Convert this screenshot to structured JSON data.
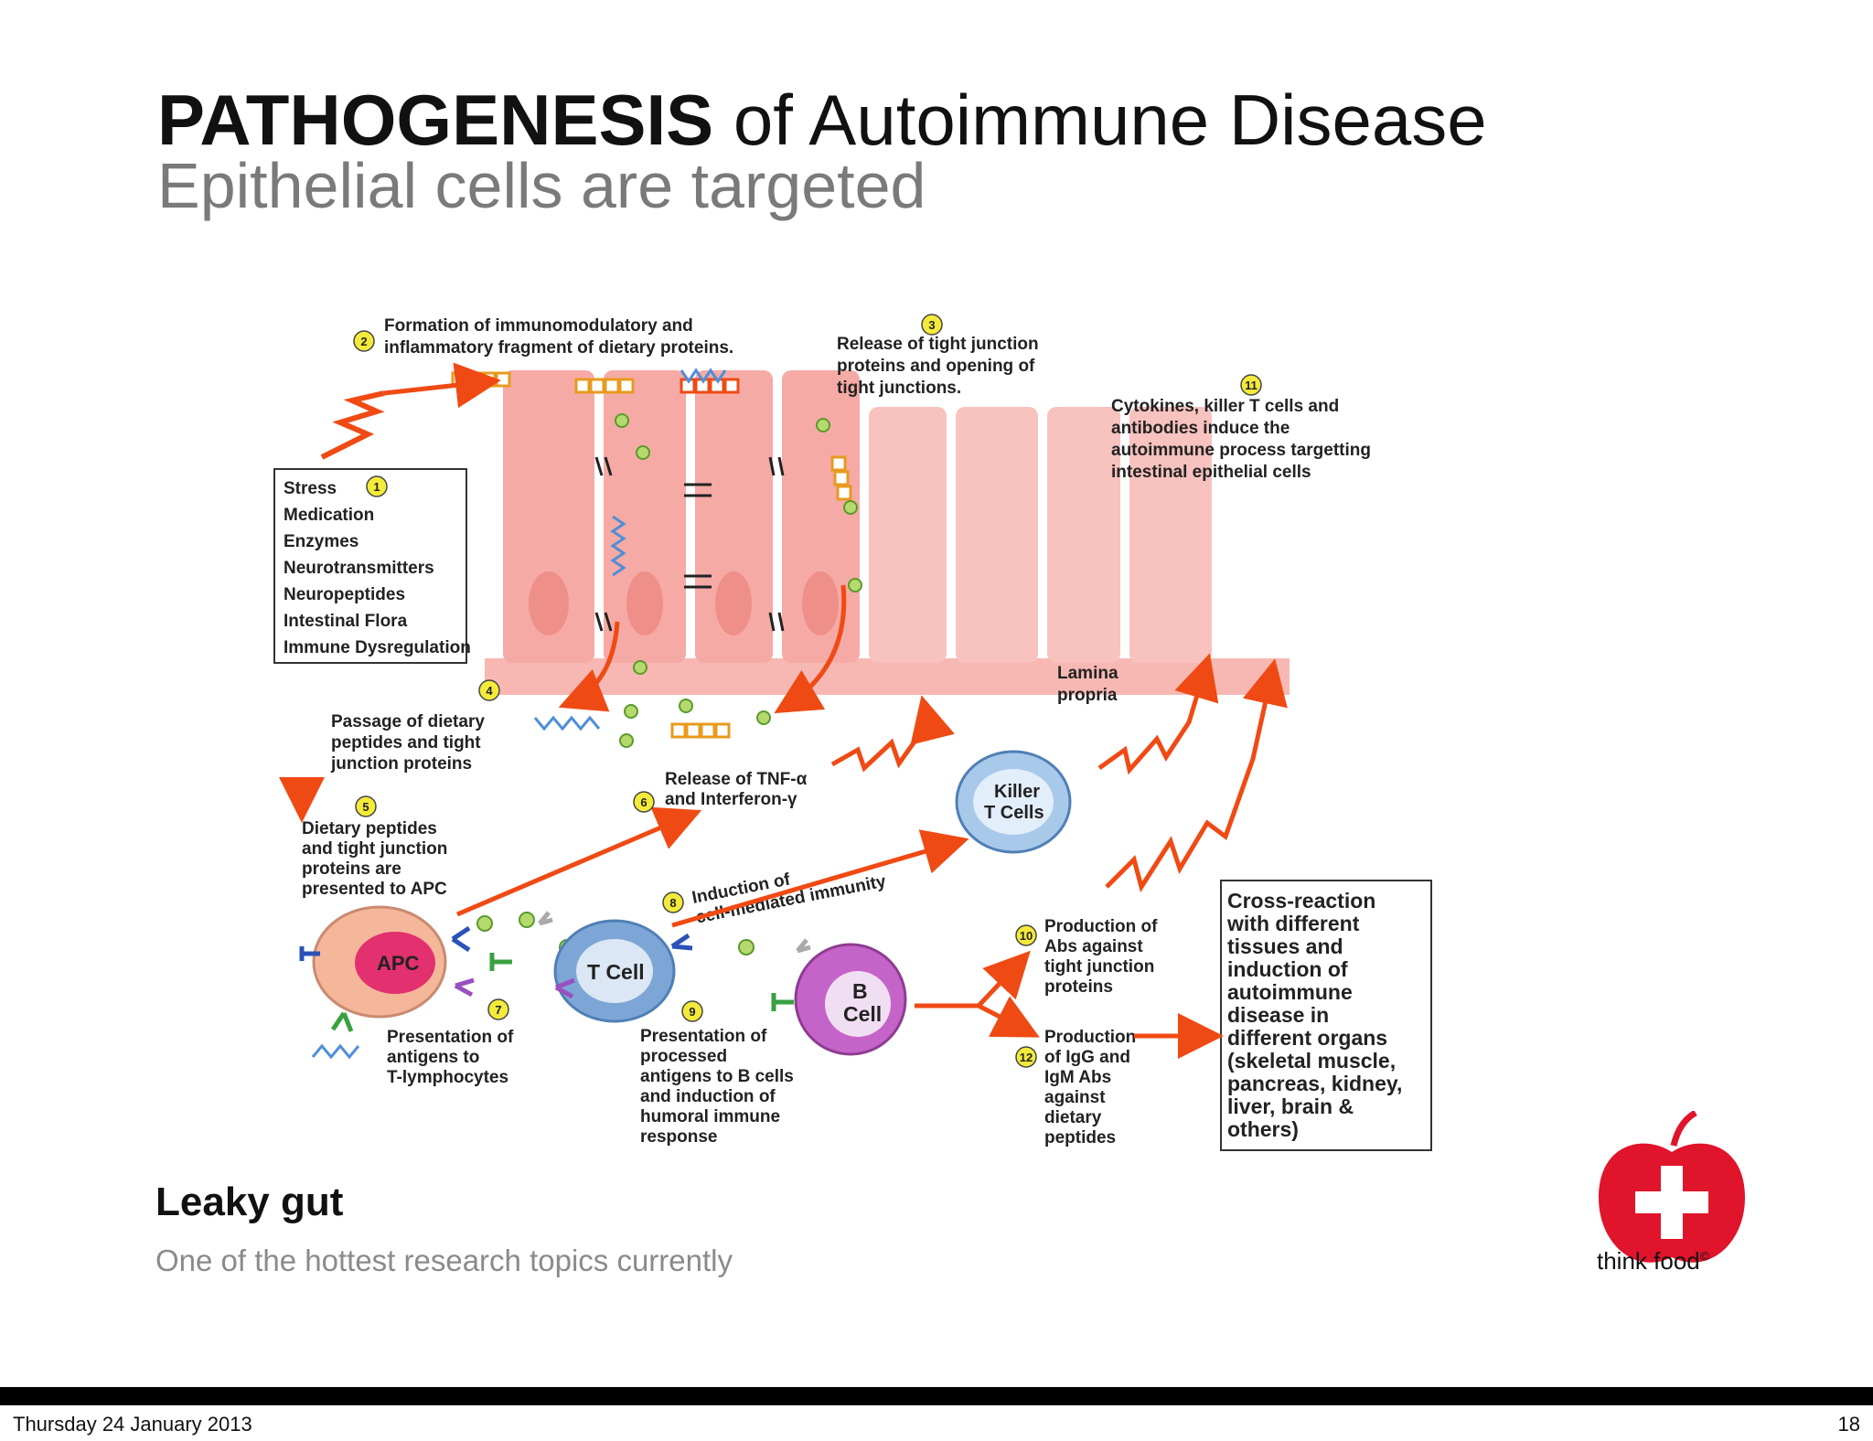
{
  "title": {
    "bold": "PATHOGENESIS",
    "rest": " of Autoimmune Disease"
  },
  "subtitle": "Epithelial cells are targeted",
  "diagram": {
    "step1_box": [
      "Stress",
      "Medication",
      "Enzymes",
      "Neurotransmitters",
      "Neuropeptides",
      "Intestinal Flora",
      "Immune Dysregulation"
    ],
    "step2": [
      "Formation of immunomodulatory and",
      "inflammatory fragment of dietary proteins."
    ],
    "step3": [
      "Release of tight junction",
      "proteins and opening of",
      "tight junctions."
    ],
    "step11": [
      "Cytokines, killer T cells and",
      "antibodies induce the",
      "autoimmune process targetting",
      "intestinal epithelial cells"
    ],
    "lamina": [
      "Lamina",
      "propria"
    ],
    "step4": [
      "Passage of dietary",
      "peptides and tight",
      "junction proteins"
    ],
    "step5": [
      "Dietary peptides",
      "and tight junction",
      "proteins are",
      "presented to APC"
    ],
    "step6": [
      "Release of TNF-α",
      "and Interferon-γ"
    ],
    "step7": [
      "Presentation of",
      "antigens to",
      "T-lymphocytes"
    ],
    "step8": [
      "Induction of",
      "cell-mediated immunity"
    ],
    "step9": [
      "Presentation of",
      "processed",
      "antigens to B cells",
      "and induction of",
      "humoral immune",
      "response"
    ],
    "step10": [
      "Production of",
      "Abs against",
      "tight junction",
      "proteins"
    ],
    "step12": [
      "Production",
      "of IgG and",
      "IgM Abs",
      "against",
      "dietary",
      "peptides"
    ],
    "cross_box": [
      "Cross-reaction",
      "with different",
      "tissues and",
      "induction of",
      "autoimmune",
      "disease in",
      "different organs",
      "(skeletal muscle,",
      "pancreas, kidney,",
      "liver, brain &",
      "others)"
    ],
    "cells": {
      "apc": "APC",
      "tcell": "T Cell",
      "bcell": [
        "B",
        "Cell"
      ],
      "killer": [
        "Killer",
        "T Cells"
      ]
    },
    "numbers": [
      "1",
      "2",
      "3",
      "4",
      "5",
      "6",
      "7",
      "8",
      "9",
      "10",
      "11",
      "12"
    ]
  },
  "heading": "Leaky gut",
  "caption": "One of the hottest research topics currently",
  "logo_text": "think food",
  "logo_mark": "©",
  "footer": {
    "date": "Thursday 24 January 2013",
    "page": "18"
  },
  "colors": {
    "arrow": "#f04a14",
    "epithelium": "#f6aaa5",
    "badge": "#f4ea3a",
    "tcell": "#7da6d6",
    "bcell": "#c564c8",
    "apc": "#e3306e",
    "logo_red": "#e0142b"
  }
}
